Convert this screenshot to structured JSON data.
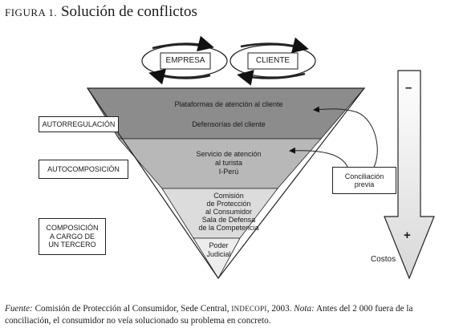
{
  "figure": {
    "label": "FIGURA 1.",
    "title": "Solución de conflictos"
  },
  "cycle": {
    "left": "EMPRESA",
    "right": "CLIENTE"
  },
  "side_labels": {
    "autorregulacion": "AUTORREGULACIÓN",
    "autocomposicion": "AUTOCOMPOSICIÓN",
    "tercero": "COMPOSICIÓN\nA CARGO DE\nUN TERCERO"
  },
  "levels": {
    "plataformas": "Plataformas de atención al cliente",
    "defensorias": "Defensorías del cliente",
    "servicio": "Servicio de atención\nal turista\nI-Perú",
    "comision": "Comisión\nde Protección\nal Consumidor\nSala de Defensa\nde la Competencia",
    "poder": "Poder\nJudicial"
  },
  "conciliacion": "Conciliación\nprevia",
  "cost_scale": {
    "minus": "–",
    "plus": "+",
    "label": "Costos"
  },
  "footnote": {
    "fuente_label": "Fuente:",
    "fuente_text": " Comisión de Protección al Consumidor, Sede Central, ",
    "indecopi": "INDECOPI",
    "year": ", 2003. ",
    "nota_label": "Nota:",
    "nota_text": " Antes del 2 000 fuera de la conciliación, el consumidor no veía solucionado su problema en concreto."
  },
  "colors": {
    "level1": "#8c8c8c",
    "level2": "#b8b8b8",
    "level3": "#dcdcdc",
    "level4": "#ededed"
  }
}
